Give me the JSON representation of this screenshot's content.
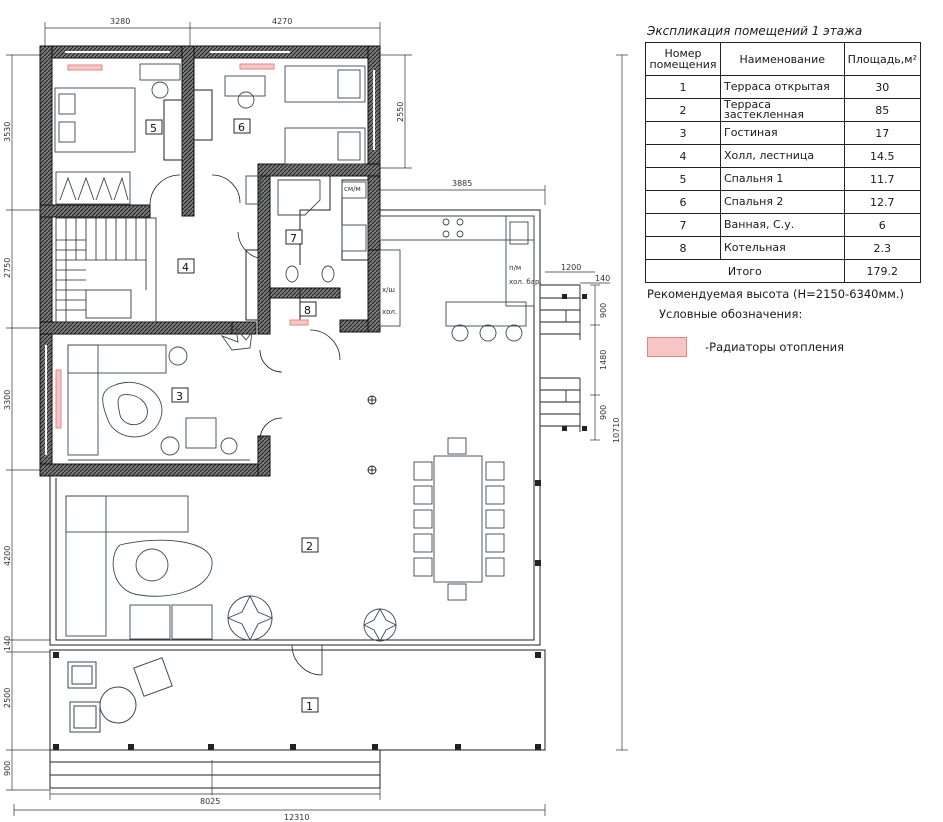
{
  "explication": {
    "title": "Экспликация помещений 1 этажа",
    "headers": [
      "Номер помещения",
      "Наименование",
      "Площадь,м²"
    ],
    "rows": [
      {
        "num": "1",
        "name": "Терраса открытая",
        "area": "30"
      },
      {
        "num": "2",
        "name": "Терраса застекленная",
        "area": "85"
      },
      {
        "num": "3",
        "name": "Гостиная",
        "area": "17"
      },
      {
        "num": "4",
        "name": "Холл, лестница",
        "area": "14.5"
      },
      {
        "num": "5",
        "name": "Спальня 1",
        "area": "11.7"
      },
      {
        "num": "6",
        "name": "Спальня 2",
        "area": "12.7"
      },
      {
        "num": "7",
        "name": "Ванная, С.у.",
        "area": "6"
      },
      {
        "num": "8",
        "name": "Котельная",
        "area": "2.3"
      }
    ],
    "total_label": "Итого",
    "total_area": "179.2"
  },
  "notes": {
    "recommended_height": "Рекомендуемая высота (Н=2150-6340мм.)",
    "legend_title": "Условные обозначения:",
    "radiator_label": "-Радиаторы отопления",
    "radiator_color": "#f6c6c6"
  },
  "plan": {
    "dims": {
      "top_left": "3280",
      "top_right": "4270",
      "right_upper": "2550",
      "mid_width": "3885",
      "stair_width": "1200",
      "stair_step": "140",
      "stair_900a": "900",
      "stair_1480": "1480",
      "stair_900b": "900",
      "total_height": "10710",
      "left_3530": "3530",
      "left_2750": "2750",
      "left_3300": "3300",
      "left_4200": "4200",
      "left_140": "140",
      "left_2500": "2500",
      "left_900": "900",
      "bottom_8025": "8025",
      "bottom_12310": "12310"
    },
    "room_tags": [
      "1",
      "2",
      "3",
      "4",
      "5",
      "6",
      "7",
      "8"
    ],
    "fixtures": {
      "boiler": "см/м",
      "fridge": "х/ш",
      "pantry": "хол.",
      "wine": "п/м",
      "bar": "хол. бар."
    }
  }
}
